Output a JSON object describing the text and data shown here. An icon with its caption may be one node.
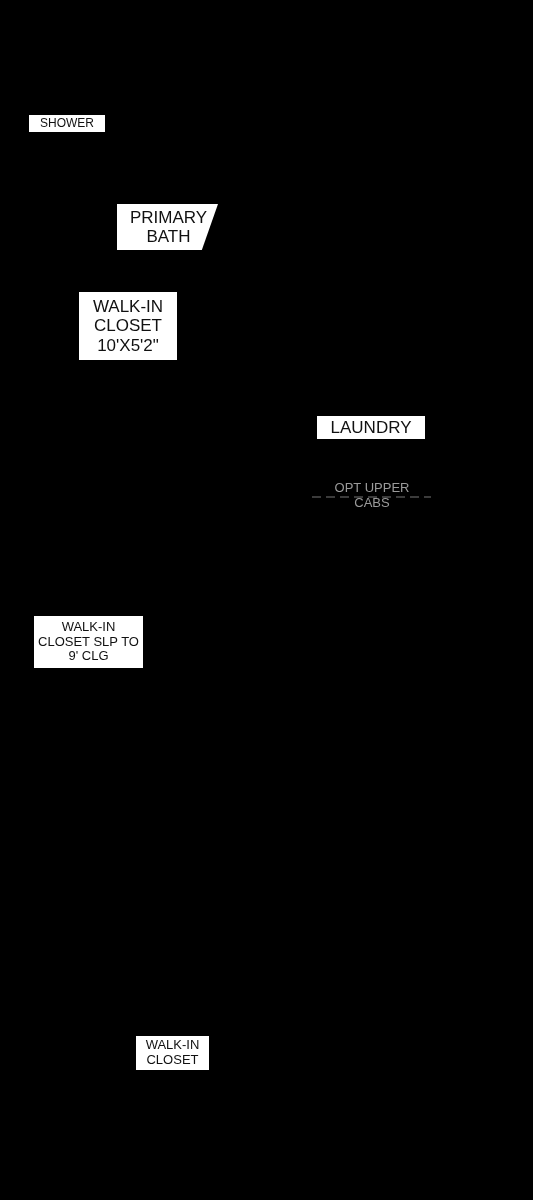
{
  "diagram": {
    "labels": [
      "SHOWER",
      "PRIMARY BATH",
      "WALK-IN CLOSET 10'X5'2\"",
      "LAUNDRY",
      "OPT UPPER CABS",
      "WALK-IN CLOSET SLP TO 9' CLG",
      "WALK-IN CLOSET"
    ]
  }
}
